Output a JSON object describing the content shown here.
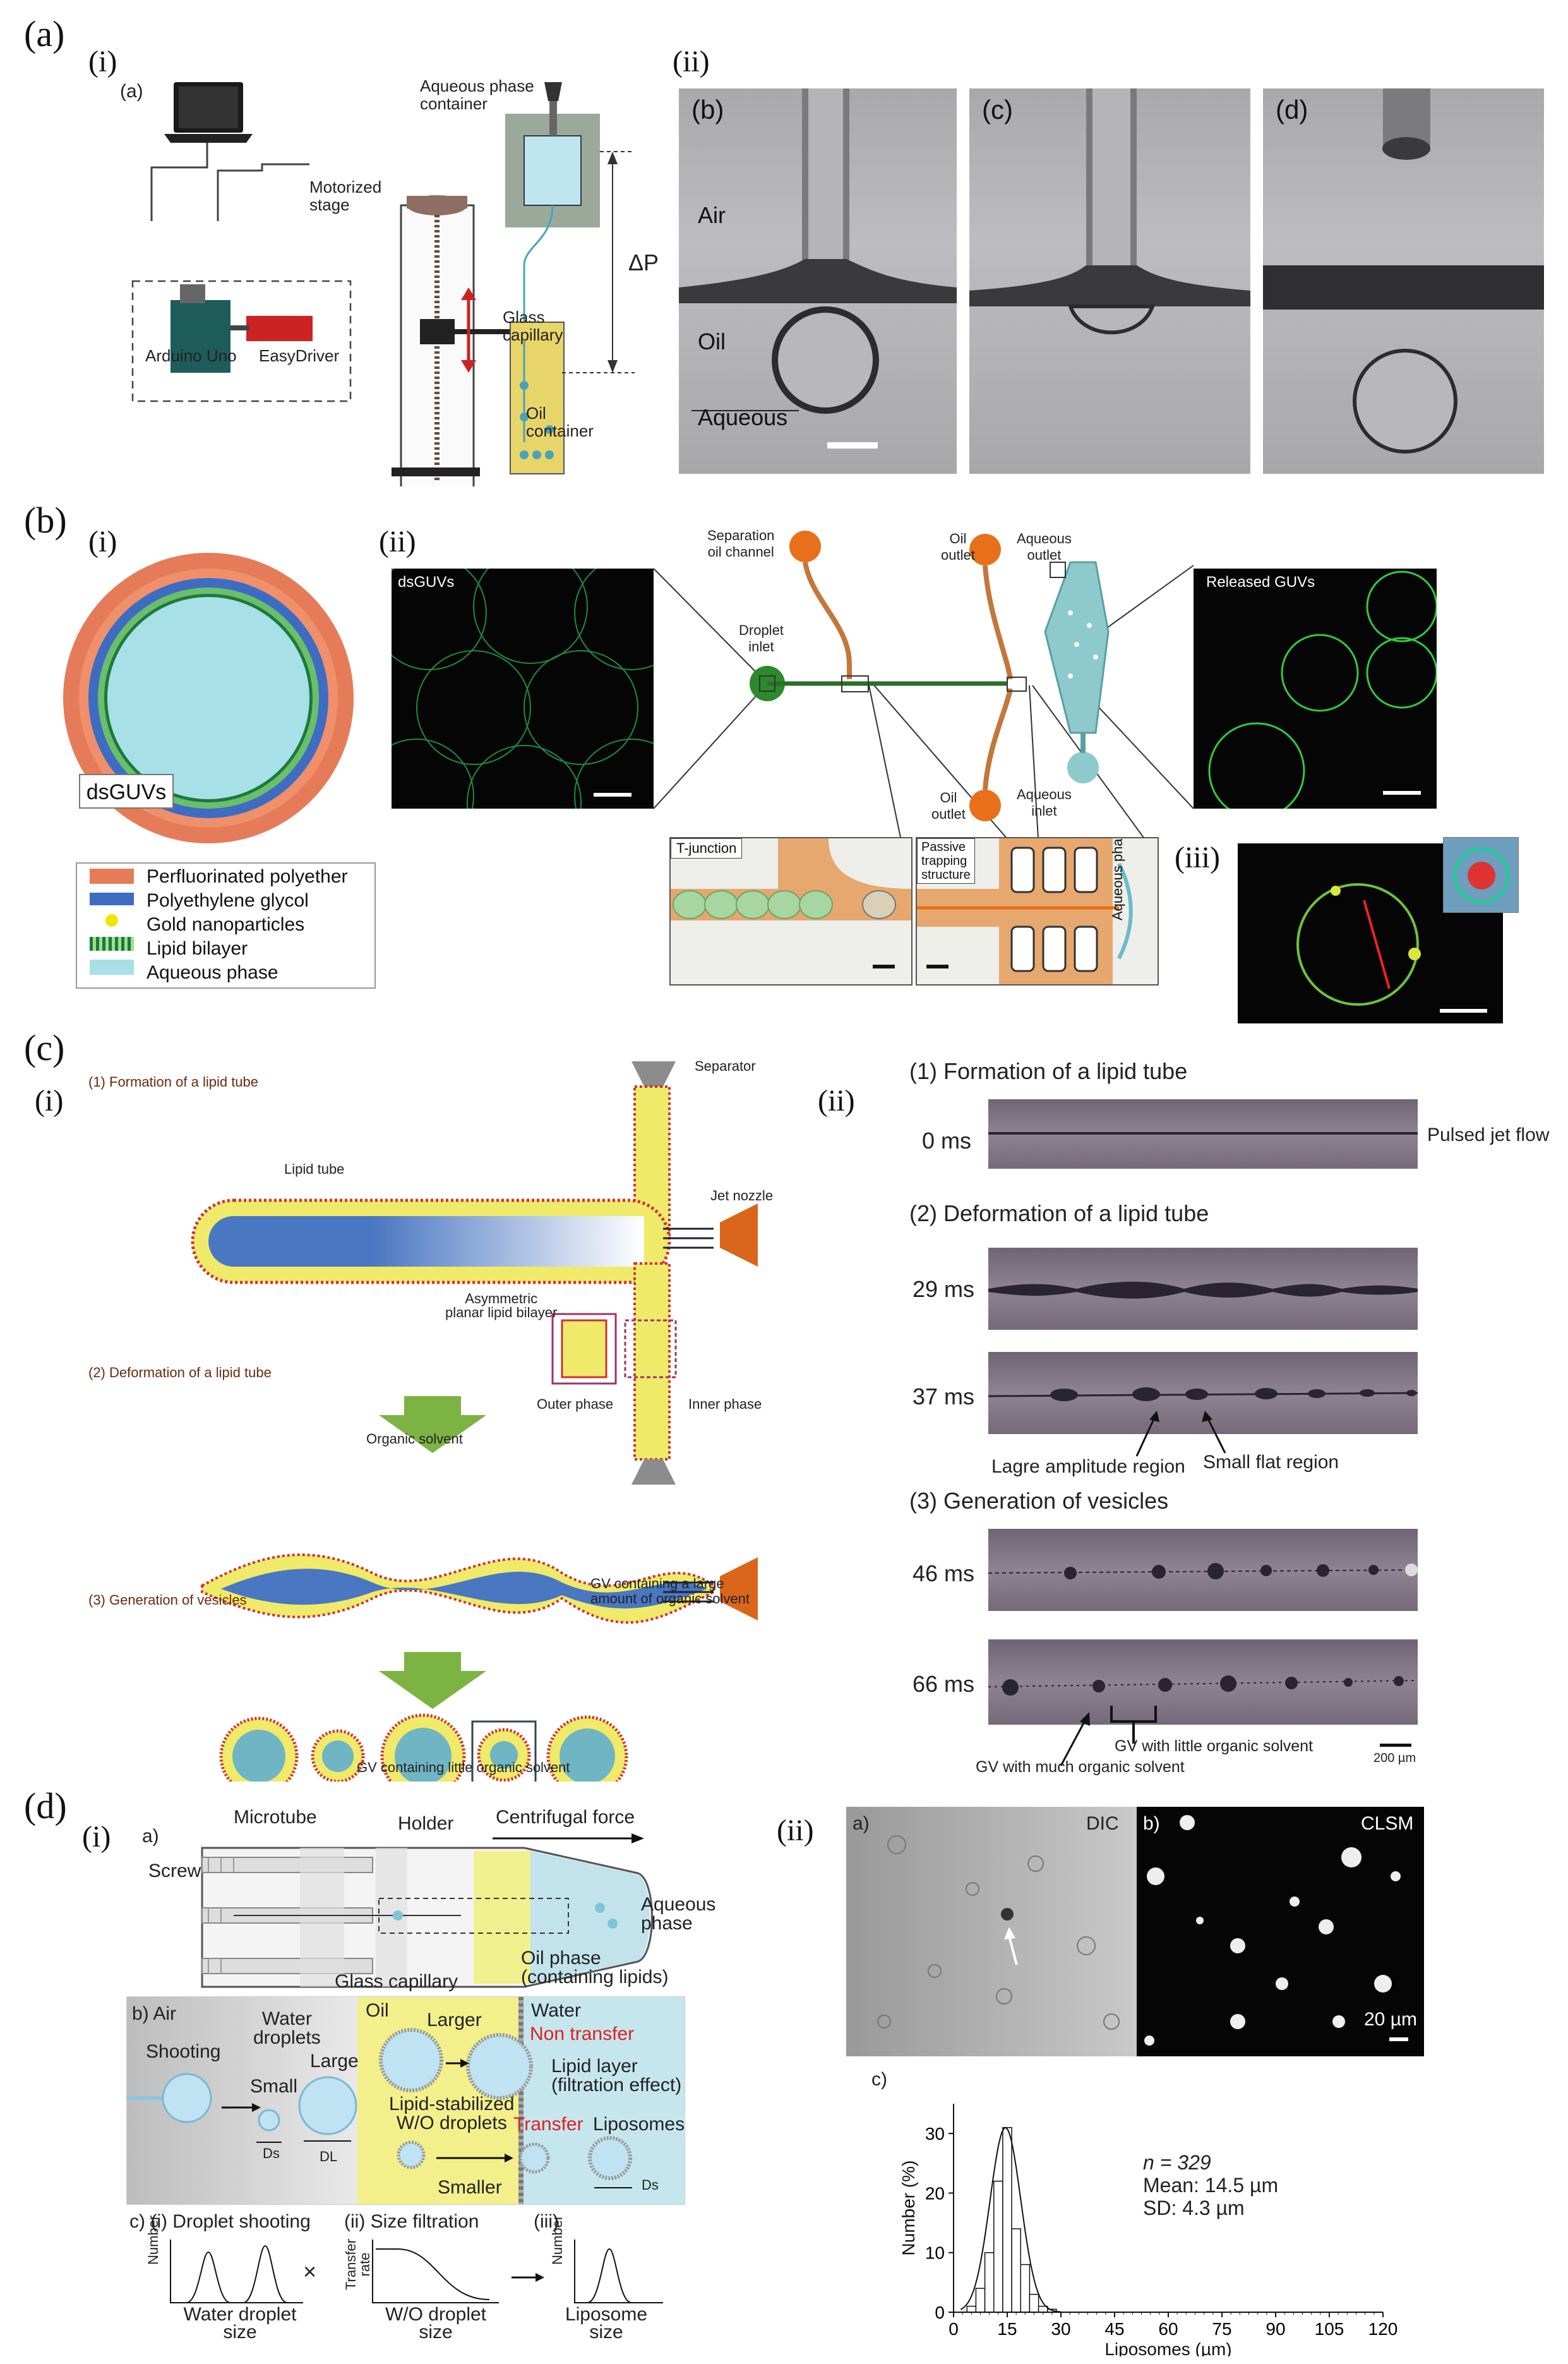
{
  "panels": {
    "a": {
      "letter": "(a)",
      "i": {
        "label": "(i)",
        "sub": "(a)",
        "aqueous_container": "Aqueous phase\ncontainer",
        "motorized_stage": "Motorized\nstage",
        "delta_p": "ΔP",
        "glass_capillary": "Glass\ncapillary",
        "arduino": "Arduino Uno",
        "easydriver": "EasyDriver",
        "oil_container": "Oil\ncontainer"
      },
      "ii": {
        "label": "(ii)",
        "frames": [
          "(b)",
          "(c)",
          "(d)"
        ],
        "air": "Air",
        "oil": "Oil",
        "aqueous": "Aqueous"
      }
    },
    "b": {
      "letter": "(b)",
      "i": {
        "label": "(i)",
        "dsguvs": "dsGUVs",
        "legend": [
          "Perfluorinated polyether",
          "Polyethylene glycol",
          "Gold nanoparticles",
          "Lipid bilayer",
          "Aqueous phase"
        ]
      },
      "ii": {
        "label": "(ii)",
        "dsguvs_inset": "dsGUVs",
        "released": "Released GUVs",
        "separation_oil": "Separation\noil channel",
        "droplet_inlet": "Droplet\ninlet",
        "oil_outlet_top": "Oil\noutlet",
        "aqueous_outlet": "Aqueous\noutlet",
        "oil_outlet_bottom": "Oil\noutlet",
        "aqueous_inlet": "Aqueous\ninlet",
        "t_junction": "T-junction",
        "passive": "Passive\ntrapping\nstructure",
        "aqueous_phase": "Aqueous phase"
      },
      "iii": {
        "label": "(iii)"
      }
    },
    "c": {
      "letter": "(c)",
      "i": {
        "label": "(i)",
        "step1": "(1) Formation of a lipid tube",
        "separator": "Separator",
        "lipid_tube": "Lipid tube",
        "jet_nozzle": "Jet nozzle",
        "asym": "Asymmetric\nplanar lipid bilayer",
        "step2": "(2) Deformation of a lipid tube",
        "outer": "Outer phase",
        "inner": "Inner phase",
        "organic": "Organic solvent",
        "step3": "(3) Generation of vesicles",
        "gv_large": "GV containing a large\namount of organic solvent",
        "gv_little": "GV containing little organic solvent"
      },
      "ii": {
        "label": "(ii)",
        "h1": "(1) Formation of a lipid tube",
        "t0": "0 ms",
        "pulsed": "Pulsed jet flow",
        "h2": "(2) Deformation of a lipid tube",
        "t29": "29 ms",
        "t37": "37 ms",
        "large_amp": "Lagre amplitude region",
        "small_flat": "Small flat region",
        "h3": "(3) Generation of vesicles",
        "t46": "46 ms",
        "t66": "66 ms",
        "gv_little": "GV with little organic solvent",
        "gv_much": "GV with much organic solvent",
        "scale": "200 µm"
      }
    },
    "d": {
      "letter": "(d)",
      "i": {
        "label": "(i)",
        "a": "a)",
        "microtube": "Microtube",
        "holder": "Holder",
        "centrifugal": "Centrifugal force",
        "screw": "Screw",
        "aqueous_phase": "Aqueous\nphase",
        "oil_phase": "Oil phase\n(containing lipids)",
        "glass_capillary": "Glass capillary",
        "b_air": "b) Air",
        "oil": "Oil",
        "water": "Water",
        "shooting": "Shooting",
        "water_droplets": "Water\ndroplets",
        "small": "Small",
        "large": "Large",
        "larger": "Larger",
        "non_transfer": "Non transfer",
        "lipid_layer": "Lipid layer\n(filtration effect)",
        "lipid_stab": "Lipid-stabilized\nW/O droplets",
        "smaller": "Smaller",
        "transfer": "Transfer",
        "liposomes": "Liposomes",
        "ds": "Ds",
        "dl": "DL",
        "c_i": "c) (i) Droplet shooting",
        "c_ii": "(ii) Size filtration",
        "c_iii": "(iii)",
        "number": "Number",
        "transfer_rate": "Transfer\nrate",
        "x1": "Water droplet\nsize",
        "x2": "W/O droplet\nsize",
        "x3": "Liposome\nsize",
        "times": "×"
      },
      "ii": {
        "label": "(ii)",
        "a": "a)",
        "dic": "DIC",
        "b": "b)",
        "clsm": "CLSM",
        "scale": "20 µm",
        "c": "c)",
        "stats": [
          "n = 329",
          "Mean: 14.5 µm",
          "SD: 4.3 µm"
        ]
      }
    }
  },
  "chart_data": {
    "type": "bar",
    "xlabel": "Liposomes (µm)",
    "ylabel": "Number (%)",
    "xlim": [
      0,
      120
    ],
    "ylim": [
      0,
      35
    ],
    "xticks": [
      0,
      15,
      30,
      45,
      60,
      75,
      90,
      105,
      120
    ],
    "yticks": [
      0,
      10,
      20,
      30
    ],
    "bin_width": 2.5,
    "bins_x": [
      5,
      7.5,
      10,
      12.5,
      15,
      17.5,
      20,
      22.5,
      25,
      27.5
    ],
    "values": [
      1,
      4,
      10,
      22,
      31,
      14,
      8,
      3,
      1,
      0.5
    ]
  }
}
